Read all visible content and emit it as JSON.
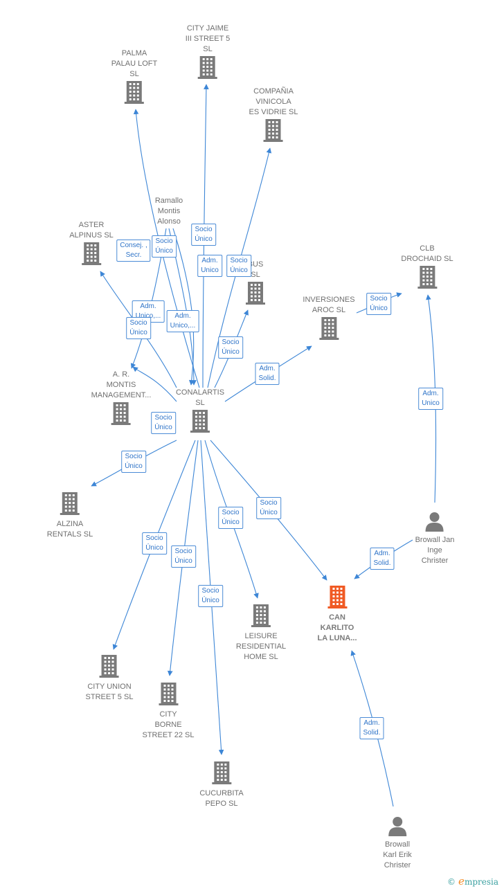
{
  "colors": {
    "edge": "#3d86d6",
    "building": "#7a7a7a",
    "focus": "#f05a24",
    "label_border": "#4a8bd6",
    "label_text": "#2f74c8"
  },
  "nodes": [
    {
      "id": "conalartis",
      "kind": "company",
      "label": "CONALARTIS\nSL",
      "icon": "building-icon"
    },
    {
      "id": "palma",
      "kind": "company",
      "label": "PALMA\nPALAU LOFT\nSL",
      "icon": "building-icon"
    },
    {
      "id": "jaime",
      "kind": "company",
      "label": "CITY JAIME\nIII STREET 5\nSL",
      "icon": "building-icon"
    },
    {
      "id": "vinicola",
      "kind": "company",
      "label": "COMPAÑIA\nVINICOLA\nES VIDRIE  SL",
      "icon": "building-icon"
    },
    {
      "id": "ramallo",
      "kind": "person",
      "label": "Ramallo\nMontis\nAlonso",
      "icon": "none"
    },
    {
      "id": "aster",
      "kind": "company",
      "label": "ASTER\nALPINUS  SL",
      "icon": "building-icon"
    },
    {
      "id": "bus",
      "kind": "company",
      "label": "BUS\nSL",
      "icon": "building-icon"
    },
    {
      "id": "inversiones",
      "kind": "company",
      "label": "INVERSIONES\nAROC  SL",
      "icon": "building-icon"
    },
    {
      "id": "clb",
      "kind": "company",
      "label": "CLB\nDROCHAID  SL",
      "icon": "building-icon"
    },
    {
      "id": "amontis",
      "kind": "company",
      "label": "A. R.\nMONTIS\nMANAGEMENT...",
      "icon": "building-icon"
    },
    {
      "id": "alzina",
      "kind": "company",
      "label": "ALZINA\nRENTALS  SL",
      "icon": "building-icon"
    },
    {
      "id": "browall_jan",
      "kind": "person",
      "label": "Browall Jan\nInge\nChrister",
      "icon": "person-icon"
    },
    {
      "id": "cankarlito",
      "kind": "focus",
      "label": "CAN\nKARLITO\nLA LUNA...",
      "icon": "building-icon"
    },
    {
      "id": "leisure",
      "kind": "company",
      "label": "LEISURE\nRESIDENTIAL\nHOME  SL",
      "icon": "building-icon"
    },
    {
      "id": "union",
      "kind": "company",
      "label": "CITY UNION\nSTREET 5  SL",
      "icon": "building-icon"
    },
    {
      "id": "borne",
      "kind": "company",
      "label": "CITY\nBORNE\nSTREET 22  SL",
      "icon": "building-icon"
    },
    {
      "id": "cucurbita",
      "kind": "company",
      "label": "CUCURBITA\nPEPO  SL",
      "icon": "building-icon"
    },
    {
      "id": "browall_karl",
      "kind": "person",
      "label": "Browall\nKarl Erik\nChrister",
      "icon": "person-icon"
    }
  ],
  "edges": [
    {
      "from": "conalartis",
      "to": "palma"
    },
    {
      "from": "conalartis",
      "to": "jaime"
    },
    {
      "from": "conalartis",
      "to": "vinicola"
    },
    {
      "from": "conalartis",
      "to": "aster"
    },
    {
      "from": "conalartis",
      "to": "bus"
    },
    {
      "from": "conalartis",
      "to": "inversiones"
    },
    {
      "from": "conalartis",
      "to": "amontis"
    },
    {
      "from": "conalartis",
      "to": "alzina"
    },
    {
      "from": "conalartis",
      "to": "union"
    },
    {
      "from": "conalartis",
      "to": "borne"
    },
    {
      "from": "conalartis",
      "to": "cucurbita"
    },
    {
      "from": "conalartis",
      "to": "leisure"
    },
    {
      "from": "conalartis",
      "to": "cankarlito"
    },
    {
      "from": "ramallo",
      "to": "conalartis"
    },
    {
      "from": "ramallo",
      "to": "conalartis"
    },
    {
      "from": "ramallo",
      "to": "amontis"
    },
    {
      "from": "inversiones",
      "to": "clb"
    },
    {
      "from": "browall_jan",
      "to": "clb"
    },
    {
      "from": "browall_jan",
      "to": "cankarlito"
    },
    {
      "from": "browall_karl",
      "to": "cankarlito"
    }
  ],
  "edge_labels": [
    {
      "id": "l1",
      "text": "Socio\nÚnico"
    },
    {
      "id": "l2",
      "text": "Socio\nÚnico"
    },
    {
      "id": "l3",
      "text": "Consej. ,\nSecr."
    },
    {
      "id": "l4",
      "text": "Adm.\nUnico"
    },
    {
      "id": "l5",
      "text": "Socio\nÚnico"
    },
    {
      "id": "l6",
      "text": "Adm.\nUnico,..."
    },
    {
      "id": "l7",
      "text": "Adm.\nUnico,..."
    },
    {
      "id": "l8",
      "text": "Socio\nÚnico"
    },
    {
      "id": "l9",
      "text": "Socio\nÚnico"
    },
    {
      "id": "l10",
      "text": "Adm.\nSolid."
    },
    {
      "id": "l11",
      "text": "Socio\nÚnico"
    },
    {
      "id": "l12",
      "text": "Adm.\nUnico"
    },
    {
      "id": "l13",
      "text": "Socio\nÚnico"
    },
    {
      "id": "l14",
      "text": "Socio\nÚnico"
    },
    {
      "id": "l15",
      "text": "Socio\nÚnico"
    },
    {
      "id": "l16",
      "text": "Socio\nÚnico"
    },
    {
      "id": "l17",
      "text": "Socio\nÚnico"
    },
    {
      "id": "l18",
      "text": "Adm.\nSolid."
    },
    {
      "id": "l19",
      "text": "Socio\nÚnico"
    },
    {
      "id": "l20",
      "text": "Socio\nÚnico"
    },
    {
      "id": "l21",
      "text": "Adm.\nSolid."
    }
  ],
  "brand": {
    "copyright": "©",
    "e": "e",
    "rest": "mpresia"
  }
}
